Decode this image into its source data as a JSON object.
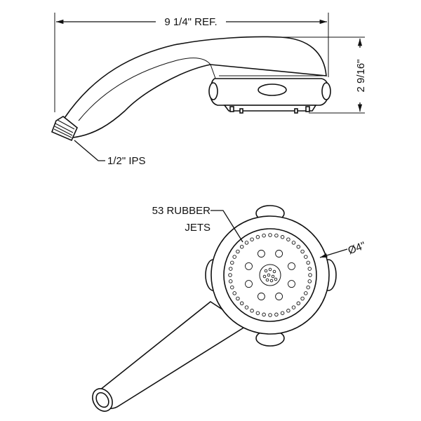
{
  "dimensions": {
    "overall_length": "9 1/4\" REF.",
    "head_height": "2 9/16\"",
    "face_diameter": "Ø4\""
  },
  "callouts": {
    "connection": "1/2\" IPS",
    "jets_line1": "53 RUBBER",
    "jets_line2": "JETS"
  },
  "colors": {
    "line": "#111111",
    "background": "#ffffff"
  }
}
